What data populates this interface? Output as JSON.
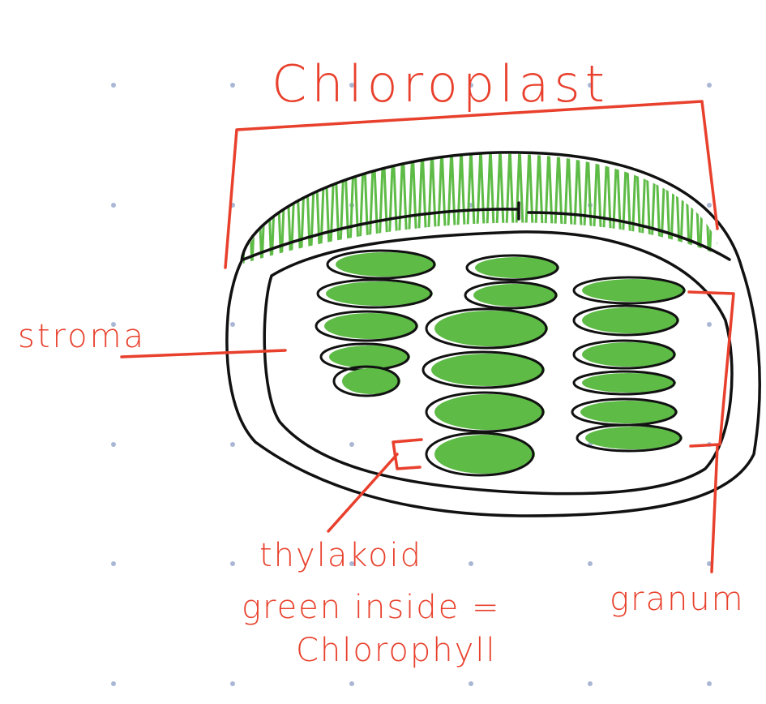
{
  "diagram": {
    "labels": {
      "title": "Chloroplast",
      "stroma": "stroma",
      "thylakoid": "thylakoid",
      "note_line1": "green inside =",
      "note_line2": "Chlorophyll",
      "granum": "granum"
    },
    "colors": {
      "annotation": "#e8402c",
      "outline": "#111111",
      "chlorophyll": "#5dbb46",
      "grid_dot": "#a9b7d4",
      "background": "#ffffff"
    }
  }
}
